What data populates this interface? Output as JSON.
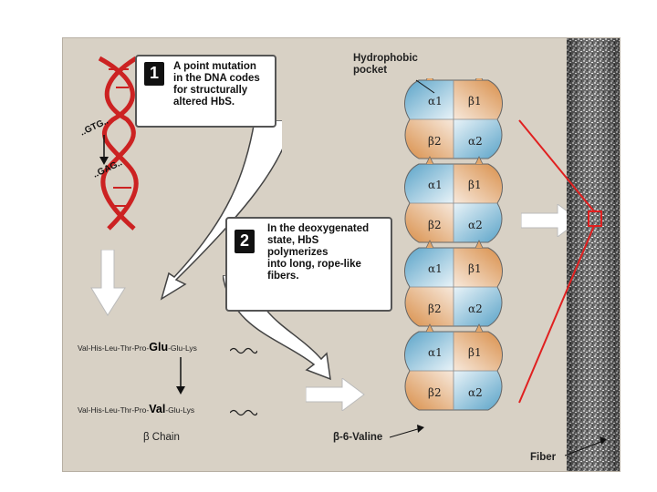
{
  "callout1": {
    "number": "1",
    "text": "A point mutation\nin the DNA codes\nfor structurally\naltered HbS."
  },
  "callout2": {
    "number": "2",
    "text": "In the deoxygenated\nstate, HbS\npolymerizes\ninto long, rope-like\nfibers."
  },
  "dna": {
    "codon_original": "..GTG..",
    "codon_mutant": "..GAG.."
  },
  "sequence_normal": {
    "prefix": "Val-His-Leu-Thr-Pro-",
    "highlight": "Glu",
    "suffix": "-Glu-Lys"
  },
  "sequence_mutant": {
    "prefix": "Val-His-Leu-Thr-Pro-",
    "highlight": "Val",
    "suffix": "-Glu-Lys"
  },
  "chain_label": "β Chain",
  "hydrophobic_pocket_label": "Hydrophobic\npocket",
  "valine_label": "β-6-Valine",
  "fiber_label": "Fiber",
  "subunits": {
    "a1": "α1",
    "b1": "β1",
    "b2": "β2",
    "a2": "α2"
  },
  "colors": {
    "panel": "#d8d1c5",
    "dna": "#cc2222",
    "alpha_blue": "#7fb8d4",
    "beta_orange": "#e3a76c",
    "zoom_line": "#e02020"
  }
}
